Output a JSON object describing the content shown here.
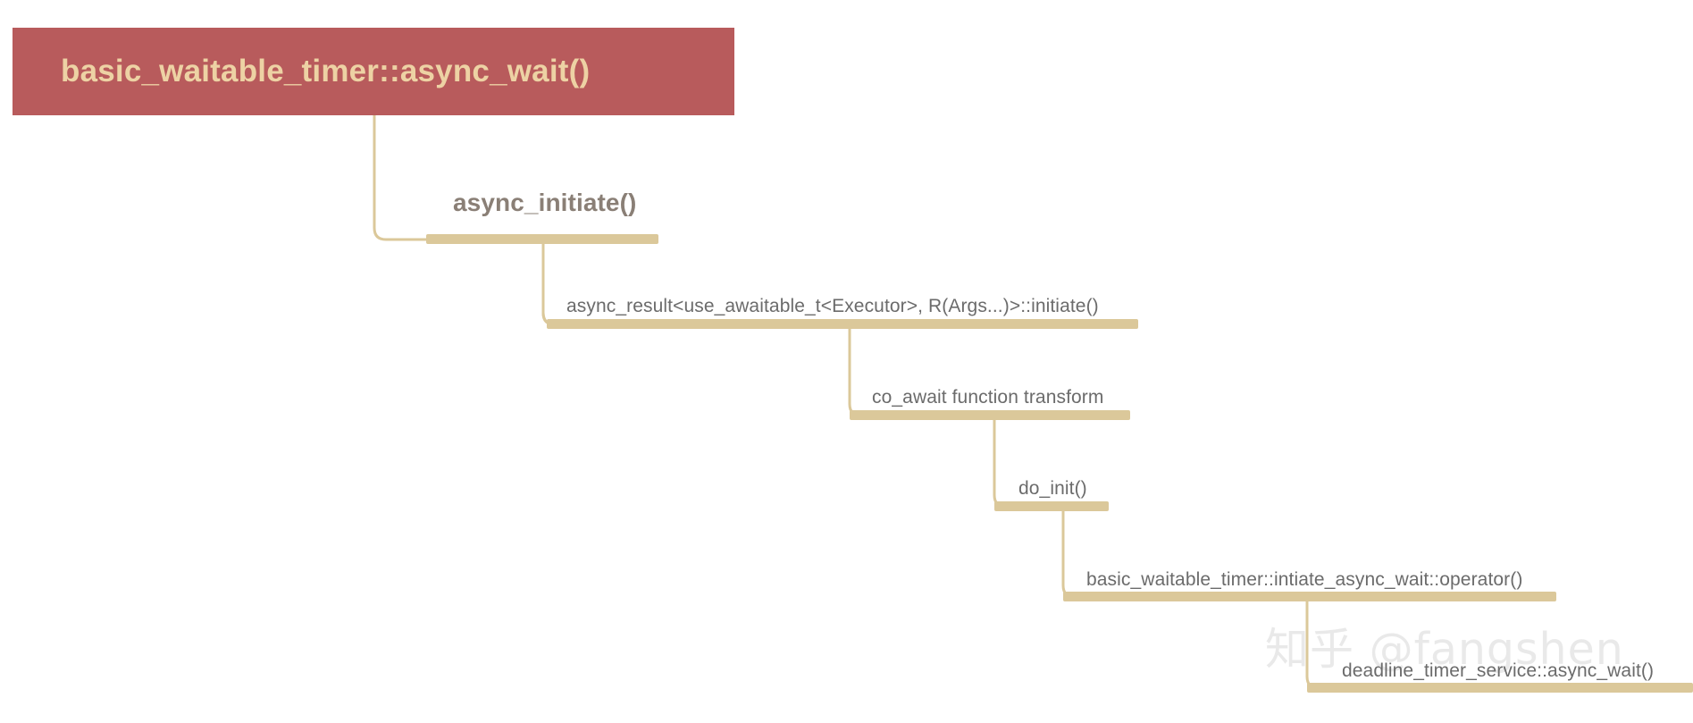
{
  "diagram": {
    "title": "basic_waitable_timer::async_wait() call flow",
    "colors": {
      "root_box_fill": "#b85b5c",
      "root_box_text": "#edd2a4",
      "connector": "#dbc89a",
      "node_text": "#6b6b6b",
      "emphasis_text": "#8a7f76",
      "watermark_text": "#e9e9e9",
      "background": "#ffffff"
    },
    "root": {
      "label": "basic_waitable_timer::async_wait()"
    },
    "nodes": [
      {
        "id": "async-initiate",
        "label": "async_initiate()",
        "level": 1,
        "emphasis": true
      },
      {
        "id": "async-result-initiate",
        "label": "async_result<use_awaitable_t<Executor>, R(Args...)>::initiate()",
        "level": 2,
        "emphasis": false
      },
      {
        "id": "co-await-function-transform",
        "label": "co_await function transform",
        "level": 3,
        "emphasis": false
      },
      {
        "id": "do-init",
        "label": "do_init()",
        "level": 4,
        "emphasis": false
      },
      {
        "id": "intiate-async-wait-operator",
        "label": "basic_waitable_timer::intiate_async_wait::operator()",
        "level": 5,
        "emphasis": false
      },
      {
        "id": "deadline-timer-service-async-wait",
        "label": "deadline_timer_service::async_wait()",
        "level": 6,
        "emphasis": false
      }
    ],
    "watermark": {
      "text": "知乎 @fangshen"
    }
  }
}
